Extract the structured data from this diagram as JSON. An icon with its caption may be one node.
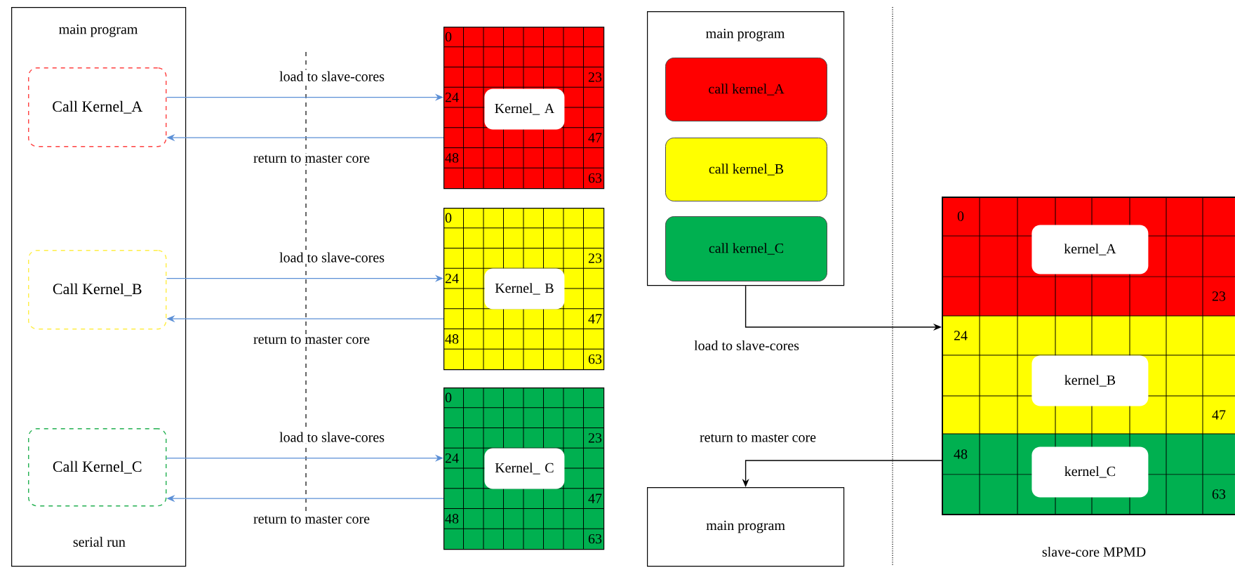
{
  "diagram": {
    "nodes": [
      {
        "text": [
          "main program",
          "serial run"
        ]
      },
      {
        "text": [
          "Call Kernel_A"
        ],
        "in": 0
      },
      {
        "text": [
          "Call Kernel_B"
        ],
        "in": 0
      },
      {
        "text": [
          "Call Kernel_C"
        ],
        "in": 0
      },
      {
        "text": [
          "0",
          "23",
          "24",
          "47",
          "48",
          "63"
        ]
      },
      {
        "text": [
          "Kernel_ A"
        ],
        "in": 4
      },
      {
        "text": [
          "0",
          "23",
          "24",
          "47",
          "48",
          "63"
        ]
      },
      {
        "text": [
          "Kernel_ B"
        ],
        "in": 6
      },
      {
        "text": [
          "0",
          "23",
          "24",
          "47",
          "48",
          "63"
        ]
      },
      {
        "text": [
          "Kernel_ C"
        ],
        "in": 8
      },
      {
        "text": [
          "main program"
        ]
      },
      {
        "text": [
          "call kernel_A"
        ],
        "in": 10
      },
      {
        "text": [
          "call kernel_B"
        ],
        "in": 10
      },
      {
        "text": [
          "call kernel_C"
        ],
        "in": 10
      },
      {
        "text": [
          "0",
          "23",
          "24",
          "47",
          "48",
          "63"
        ],
        "beside": [
          "slave-core MPMD"
        ]
      },
      {
        "text": [
          "kernel_A"
        ],
        "in": 14
      },
      {
        "text": [
          "kernel_B"
        ],
        "in": 14
      },
      {
        "text": [
          "kernel_C"
        ],
        "in": 14
      },
      {
        "text": [
          "main program"
        ]
      }
    ],
    "edges": [
      {
        "from": 1,
        "to": 4,
        "arrow": "to",
        "label": "load to slave-cores"
      },
      {
        "from": 4,
        "to": 1,
        "arrow": "to",
        "label": "return to master core"
      },
      {
        "from": 2,
        "to": 6,
        "arrow": "to",
        "label": "load to slave-cores"
      },
      {
        "from": 6,
        "to": 2,
        "arrow": "to",
        "label": "return to master core"
      },
      {
        "from": 3,
        "to": 8,
        "arrow": "to",
        "label": "load to slave-cores"
      },
      {
        "from": 8,
        "to": 3,
        "arrow": "to",
        "label": "return to master core"
      },
      {
        "from": 10,
        "to": 14,
        "arrow": "to",
        "label": "load to slave-cores",
        "color": "#000000"
      },
      {
        "from": 14,
        "to": 18,
        "arrow": "to",
        "label": "return to master core",
        "color": "#000000"
      }
    ]
  }
}
